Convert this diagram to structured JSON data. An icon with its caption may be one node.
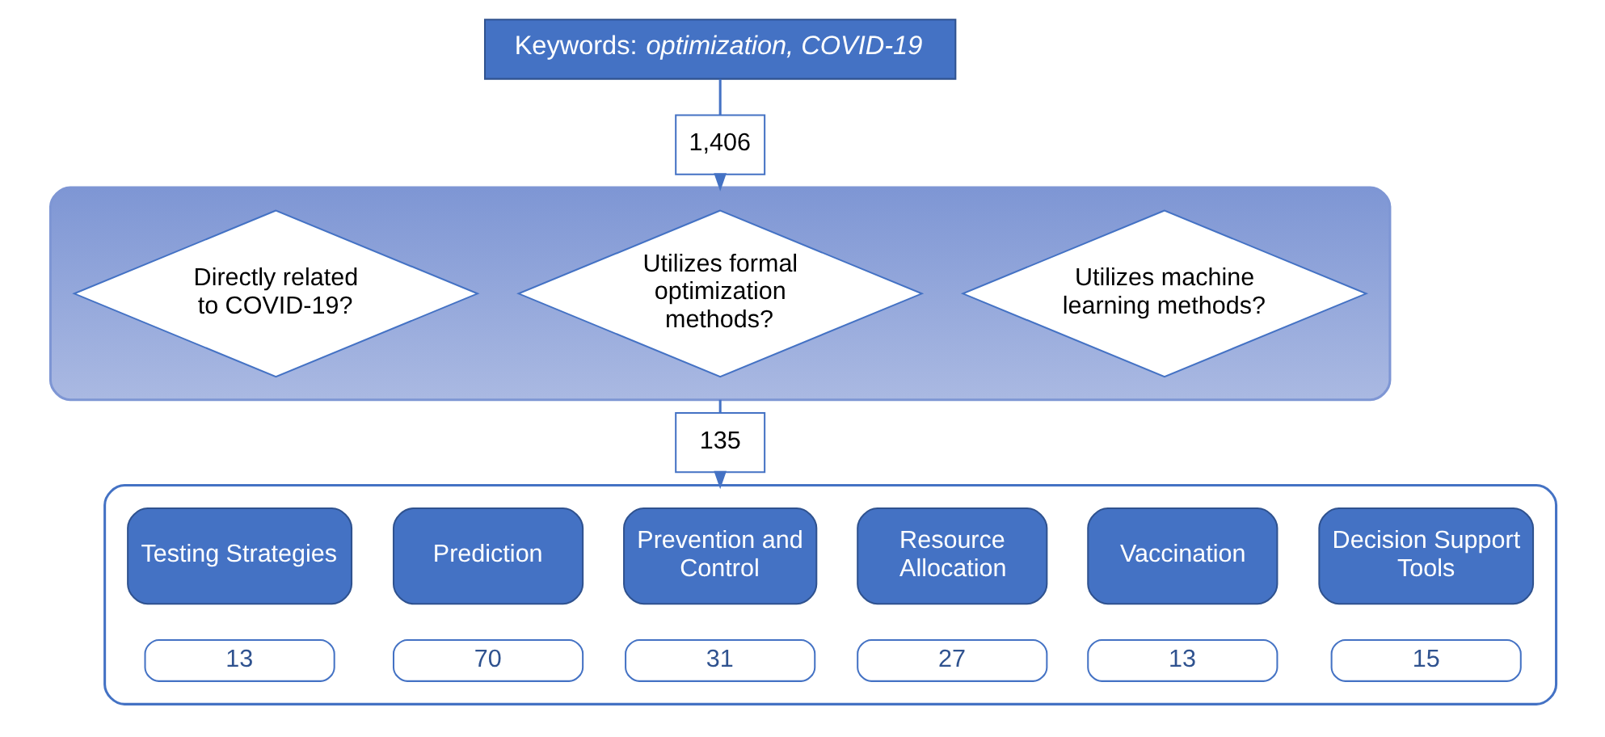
{
  "diagram": {
    "nodes": [
      {
        "text": [
          "Keywords: *optimization, COVID-19*"
        ]
      },
      {
        "text": [
          "1,406"
        ]
      },
      {
        "text": [],
        "shape": "box"
      },
      {
        "text": [
          "Directly related to COVID-19?"
        ],
        "in": 2
      },
      {
        "text": [
          "Utilizes formal optimization methods?"
        ],
        "in": 2
      },
      {
        "text": [
          "Utilizes machine learning methods?"
        ],
        "in": 2
      },
      {
        "text": [
          "135"
        ]
      },
      {
        "text": [],
        "shape": "box"
      },
      {
        "text": [
          "Testing Strategies"
        ],
        "in": 7
      },
      {
        "text": [
          "Prediction"
        ],
        "in": 7
      },
      {
        "text": [
          "Prevention and Control"
        ],
        "in": 7
      },
      {
        "text": [
          "Resource Allocation"
        ],
        "in": 7
      },
      {
        "text": [
          "Vaccination"
        ],
        "in": 7
      },
      {
        "text": [
          "Decision Support Tools"
        ],
        "in": 7
      },
      {
        "text": [
          "13"
        ],
        "in": 7
      },
      {
        "text": [
          "70"
        ],
        "in": 7
      },
      {
        "text": [
          "31"
        ],
        "in": 7
      },
      {
        "text": [
          "27"
        ],
        "in": 7
      },
      {
        "text": [
          "13"
        ],
        "in": 7
      },
      {
        "text": [
          "15"
        ],
        "in": 7
      }
    ],
    "edges": [
      {
        "from": 0,
        "to": 1,
        "arrow": "none"
      },
      {
        "from": 1,
        "to": 2,
        "arrow": "to"
      },
      {
        "from": 2,
        "to": 6,
        "arrow": "none"
      },
      {
        "from": 6,
        "to": 7,
        "arrow": "to"
      }
    ]
  }
}
